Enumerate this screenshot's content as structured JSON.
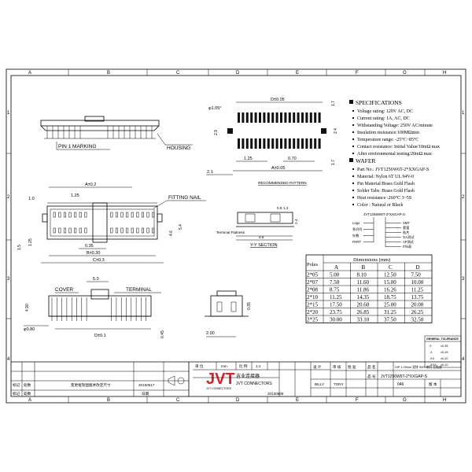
{
  "frame": {
    "columns_top": [
      "A",
      "B",
      "C",
      "D",
      "E",
      "F",
      "G",
      "H"
    ],
    "columns_bottom": [
      "A",
      "B",
      "C",
      "D",
      "E",
      "F",
      "G",
      "H"
    ],
    "rows": [
      "1",
      "2",
      "3",
      "4"
    ]
  },
  "labels": {
    "pin1": "PIN 1 MARKING",
    "housing": "HOUSING",
    "fitting_nail": "FITTING NAIL",
    "cover": "COVER",
    "terminal": "TERMINAL",
    "recommended_pattern": "RECOMMENDED PATTERN",
    "yy_section": "Y-Y SECTION",
    "terminal_flatness": "Terminal Flatness"
  },
  "dims": {
    "phi105": "φ1.05°",
    "d005": "D±0.05",
    "d_1_7": "1.7",
    "d_2_4": "2.4",
    "d_2_9": "2.9",
    "d_1_25": "1.25",
    "d_0_70": "0.70",
    "a005": "A±0.05",
    "d_2_1": "2.1",
    "a02": "A±0.2",
    "d_1_0": "1.0",
    "d_1_25b": "1.25",
    "d_4_6": "4.6",
    "d_5_4": "5.4",
    "d_1_5": "1.5",
    "d_1_25c": "1.25",
    "d_0_35": "0.35",
    "b03": "B±0.30",
    "c03": "C±0.3",
    "d_5_0": "5.0",
    "d_4_90": "4.90",
    "d_0_80": "φ0.80",
    "d01": "D±0.1",
    "d_0_45": "0.45",
    "d_2_00": "2.00",
    "d_0_35b": "0.35",
    "d_2_4b": "2.4",
    "d_3_6": "3.6",
    "d_0_9": "0.9",
    "d_1_2": "1.2"
  },
  "specifications": {
    "title": "SPECIFICATIONS",
    "items": [
      "Voltage rating: 120V AC, DC",
      "Current rating: 1A, AC, DC",
      "Withstanding Voltage: 250V AC/minute",
      "Insulation resistance:100MΩmin",
      "Temperature range: -25°C~85°C",
      "Contact resistance: Initial Value/10mΩ max",
      "After environmental testing/20mΩ max"
    ]
  },
  "wafer": {
    "title": "WAFER",
    "items": [
      "Part No.: JVT1256W6T-2*XXGAP-S",
      "Material: Nylon 6T UL 94V-0",
      "Pin Material:Brass Gold Flash",
      "Solder Tabs :Brass Gold Flash",
      "Heat resistance :260°C  3~5S",
      "Color : Natural or Black"
    ]
  },
  "partcode": {
    "code": "JVT1256W6T-2*XXGAP-S",
    "left": [
      "Logo",
      "系列号",
      "针数",
      "PART"
    ],
    "right": [
      "SMT",
      "套管",
      "贴片",
      "GA测试",
      "AP测试",
      "P/N表"
    ]
  },
  "table": {
    "caption": "Dimensions (mm)",
    "corner": "Poles",
    "headers": [
      "A",
      "B",
      "C",
      "D"
    ],
    "rows": [
      [
        "2*05",
        "5.00",
        "8.10",
        "12.50",
        "7.50"
      ],
      [
        "2*07",
        "7.50",
        "11.60",
        "15.00",
        "10.00"
      ],
      [
        "2*08",
        "8.75",
        "11.86",
        "16.26",
        "11.25"
      ],
      [
        "2*10",
        "11.25",
        "14.35",
        "18.75",
        "13.75"
      ],
      [
        "2*15",
        "17.50",
        "20.60",
        "25.00",
        "20.00"
      ],
      [
        "2*20",
        "23.75",
        "26.85",
        "31.25",
        "26.25"
      ],
      [
        "2*25",
        "30.00",
        "33.10",
        "37.50",
        "32.50"
      ]
    ]
  },
  "tolerance": {
    "title": "GENERAL TOLERANCE",
    "rows": [
      [
        "X",
        "±0.35"
      ],
      [
        ".X",
        "±0.25"
      ],
      [
        ".XX",
        "±0.20"
      ],
      [
        ".XXX",
        "±0.10"
      ]
    ]
  },
  "titleblock": {
    "company_cn": "吉业连接器",
    "company_en": "JVT CONNECTORS",
    "logo": "JVT",
    "date1": "20150517",
    "date2": "20130808",
    "scale": "1:1",
    "unit": "mm",
    "drawn": "BILLY",
    "checked": "TONY",
    "part_no": "JVT1256W6T-2*XXGAP-S",
    "title_line": "DIP 1.25mm 双排 SMT 带钉 立贴座",
    "sheet": "046",
    "lbl_draw": "设 计",
    "lbl_check": "审 核",
    "lbl_approve": "批 准",
    "lbl_unit": "单 位",
    "lbl_scale": "比 例",
    "lbl_name": "品 名",
    "lbl_no": "品 号",
    "lbl_ver": "版 本",
    "rev_note": "变更框架图版并改定尺寸",
    "lbl_mark": "标记",
    "lbl_count": "处数",
    "lbl_date": "日期"
  }
}
